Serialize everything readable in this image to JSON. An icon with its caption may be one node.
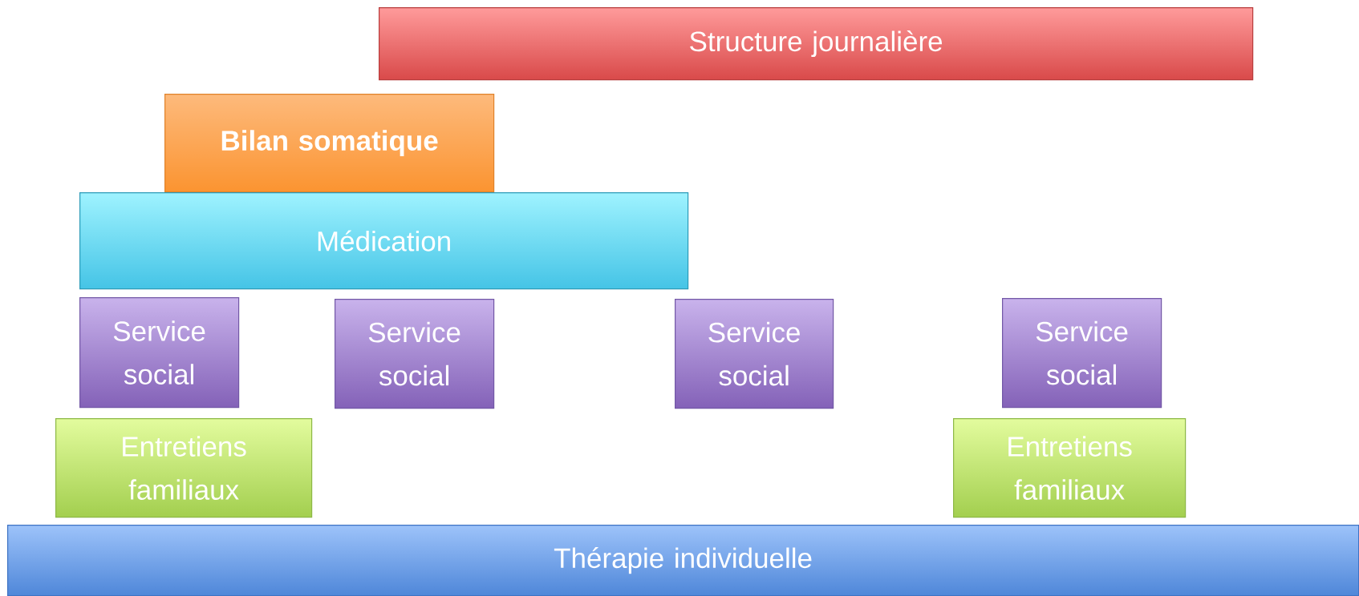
{
  "diagram": {
    "nodes": [
      {
        "text": [
          "Structure journalière"
        ]
      },
      {
        "text": [
          "Bilan somatique"
        ]
      },
      {
        "text": [
          "Médication"
        ]
      },
      {
        "text": [
          "Service social"
        ]
      },
      {
        "text": [
          "Service social"
        ]
      },
      {
        "text": [
          "Service social"
        ]
      },
      {
        "text": [
          "Service social"
        ]
      },
      {
        "text": [
          "Entretiens familiaux"
        ]
      },
      {
        "text": [
          "Entretiens familiaux"
        ]
      },
      {
        "text": [
          "Thérapie individuelle"
        ]
      }
    ]
  }
}
